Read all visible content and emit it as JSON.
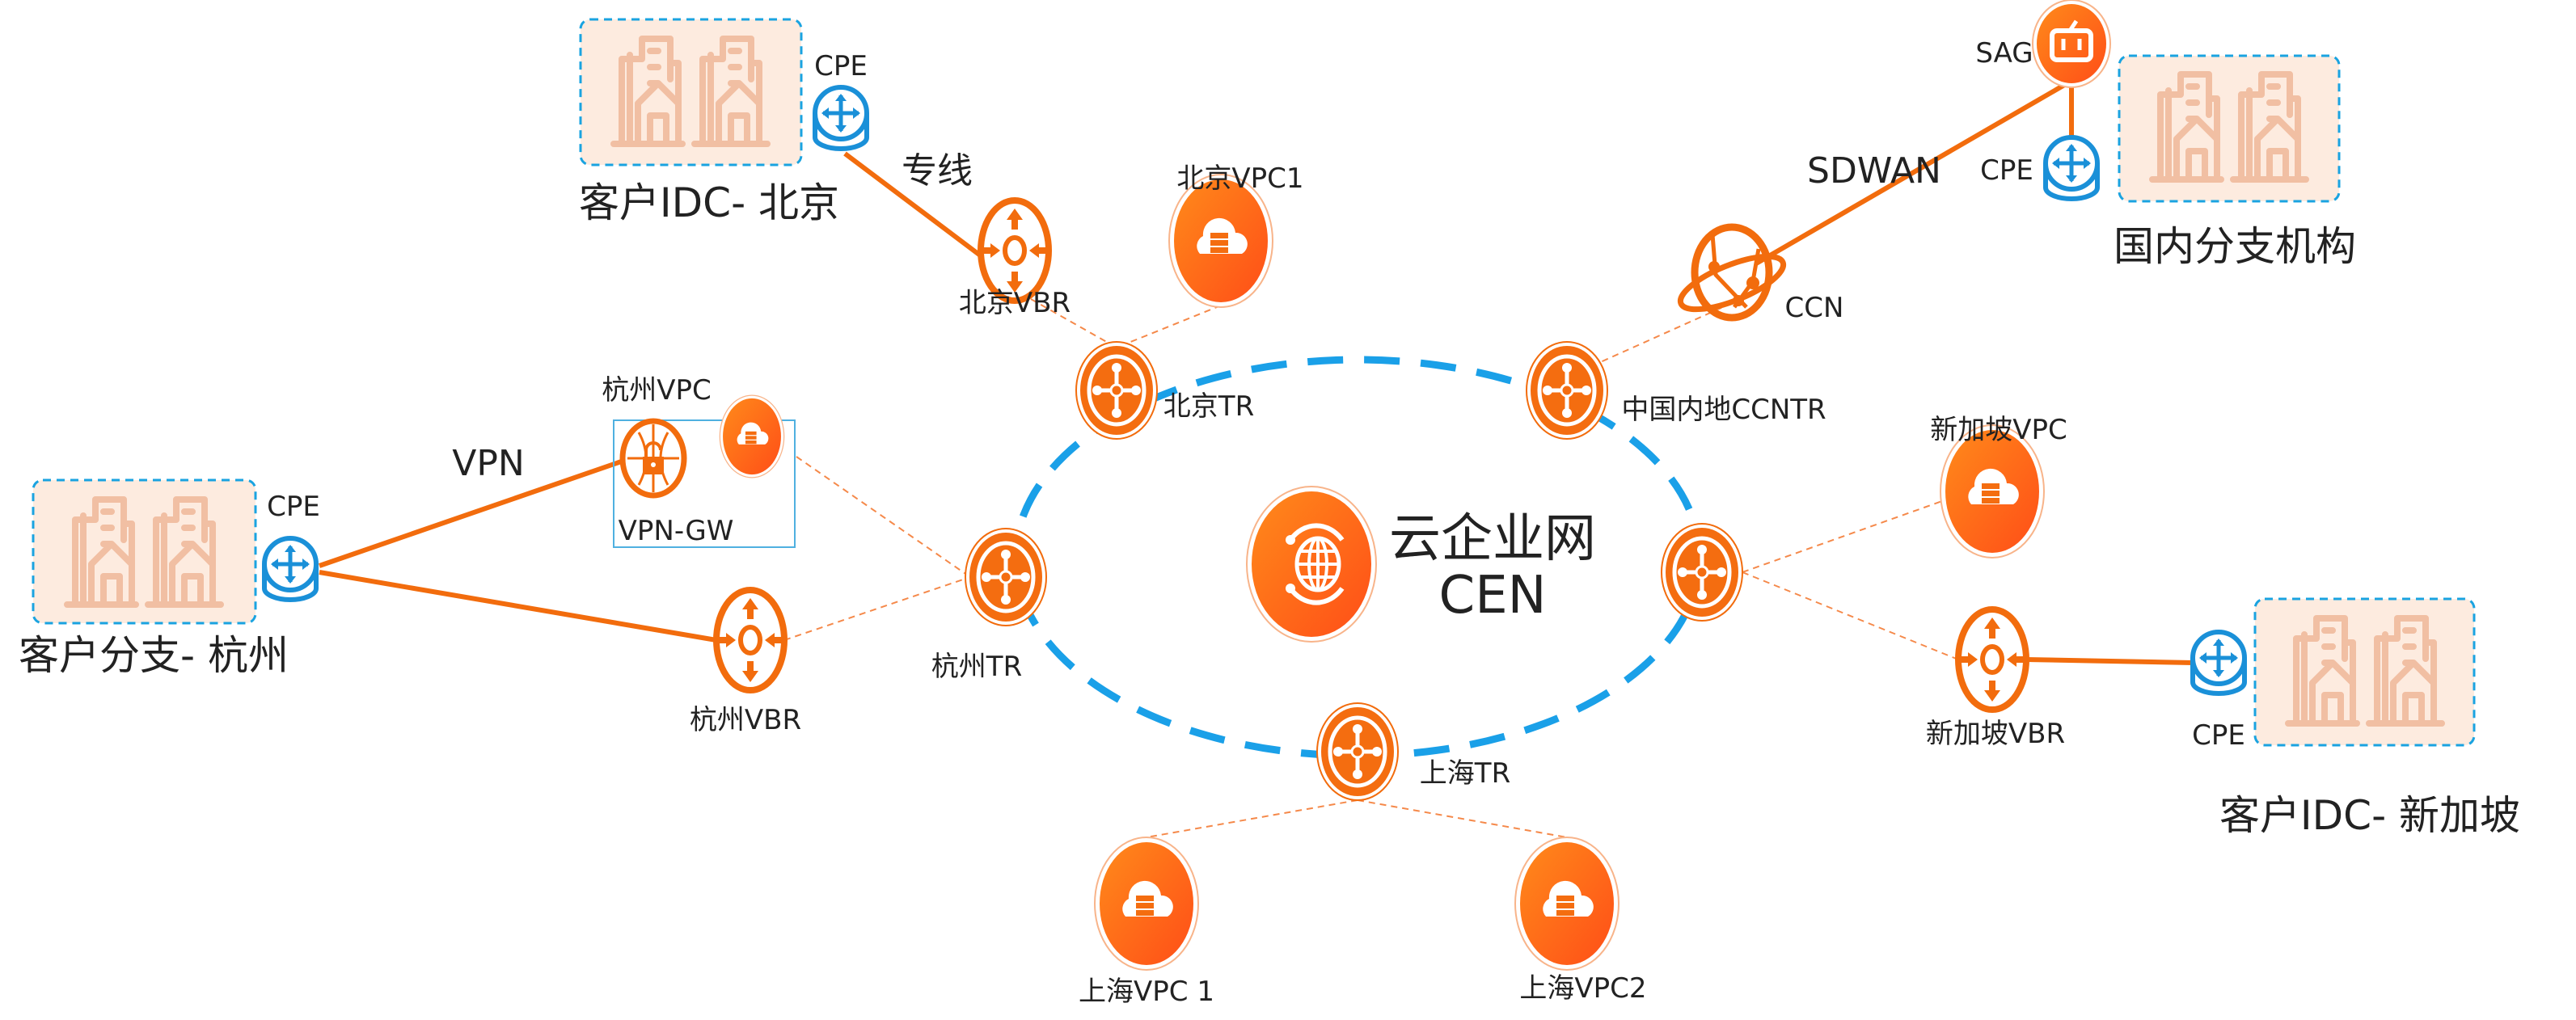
{
  "diagram": {
    "center": {
      "title_cn": "云企业网",
      "title_en": "CEN",
      "icon": "cen-globe-icon"
    },
    "colors": {
      "accent": "#f26c0d",
      "ring": "#1aa0e8",
      "site_fill": "#fdebdf",
      "cpe": "#1a90d8"
    },
    "sites": [
      {
        "id": "idc-beijing",
        "label": "客户IDC- 北京",
        "cpe_label": "CPE",
        "icon": "buildings-icon"
      },
      {
        "id": "branch-hangzhou",
        "label": "客户分支- 杭州",
        "cpe_label": "CPE",
        "icon": "buildings-icon"
      },
      {
        "id": "domestic-branch",
        "label": "国内分支机构",
        "cpe_label": "CPE",
        "icon": "buildings-icon"
      },
      {
        "id": "idc-singapore",
        "label": "客户IDC- 新加坡",
        "cpe_label": "CPE",
        "icon": "buildings-icon"
      }
    ],
    "transit_routers": [
      {
        "id": "tr-beijing",
        "label": "北京TR"
      },
      {
        "id": "tr-ccn",
        "label": "中国内地CCNTR"
      },
      {
        "id": "tr-hangzhou",
        "label": "杭州TR"
      },
      {
        "id": "tr-singapore",
        "label": ""
      },
      {
        "id": "tr-shanghai",
        "label": "上海TR"
      }
    ],
    "nodes": {
      "beijing_vbr": "北京VBR",
      "beijing_vpc1": "北京VPC1",
      "hangzhou_vpc": "杭州VPC",
      "vpn_gw": "VPN-GW",
      "hangzhou_vbr": "杭州VBR",
      "singapore_vpc": "新加坡VPC",
      "singapore_vbr": "新加坡VBR",
      "shanghai_vpc1": "上海VPC 1",
      "shanghai_vpc2": "上海VPC2",
      "ccn": "CCN",
      "sag": "SAG"
    },
    "link_labels": {
      "leased_line": "专线",
      "vpn": "VPN",
      "sdwan": "SDWAN"
    }
  }
}
